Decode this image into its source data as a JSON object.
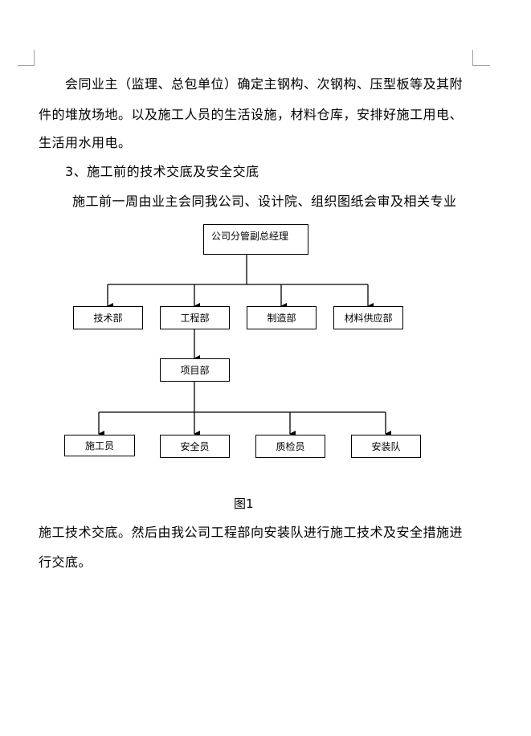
{
  "document": {
    "paragraphs": [
      "会同业主（监理、总包单位）确定主钢构、次钢构、压型板等及其附",
      "件的堆放场地。以及施工人员的生活设施，材料仓库，安排好施工用电、",
      "生活用水用电。",
      "3、施工前的技术交底及安全交底",
      "施工前一周由业主会同我公司、设计院、组织图纸会审及相关专业"
    ],
    "after_figure": [
      "施工技术交底。然后由我公司工程部向安装队进行施工技术及安全措施进",
      "行交底。"
    ]
  },
  "org_chart": {
    "root": "公司分管副总经理",
    "departments": [
      "技术部",
      "工程部",
      "制造部",
      "材料供应部"
    ],
    "project_dept": "项目部",
    "staff": [
      "施工员",
      "安全员",
      "质检员",
      "安装队"
    ],
    "caption": "图1"
  }
}
